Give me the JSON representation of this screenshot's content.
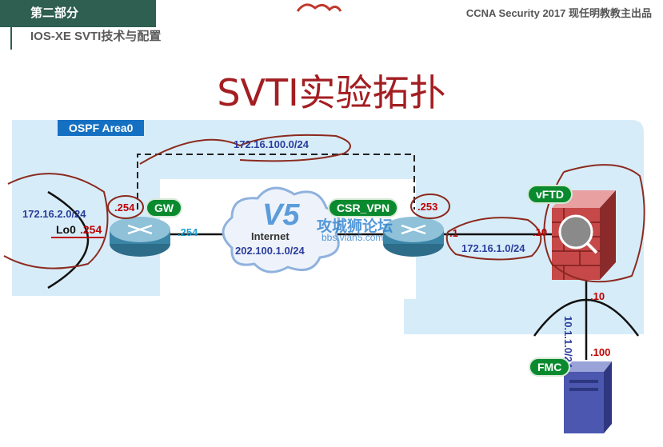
{
  "header": {
    "section": "第二部分",
    "subtitle": "IOS-XE SVTI技术与配置",
    "brand": "CCNA Security 2017  现任明教教主出品"
  },
  "title": "SVTI实验拓扑",
  "topology": {
    "area": "OSPF Area0",
    "tunnel_net": "172.16.100.0/24",
    "lan_left": "172.16.2.0/24",
    "loopback": "Lo0",
    "lo_ip": ".254",
    "tunnel_left_ip": ".254",
    "tunnel_right_ip": ".253",
    "gw_label": "GW",
    "gw_outside_ip": ".254",
    "internet_label": "Internet",
    "internet_net": "202.100.1.0/24",
    "csr_label": "CSR_VPN",
    "csr_inside_ip": ".1",
    "inside_net": "172.16.1.0/24",
    "ftd_label": "vFTD",
    "ftd_inside_ip": ".10",
    "ftd_mgmt_ip": ".10",
    "mgmt_net": "10.1.1.0/24",
    "fmc_ip": ".100",
    "fmc_label": "FMC"
  },
  "watermark": {
    "logo": "V5",
    "name": "攻城狮论坛",
    "url": "bbs.vlan5.com"
  },
  "colors": {
    "title_red": "#a31e22",
    "area_fill": "#d7ecf9",
    "label_blue": "#2a3d9c",
    "ip_red": "#c00000",
    "pill_green": "#0a8a2f",
    "annotation": "#8b2a1e"
  }
}
